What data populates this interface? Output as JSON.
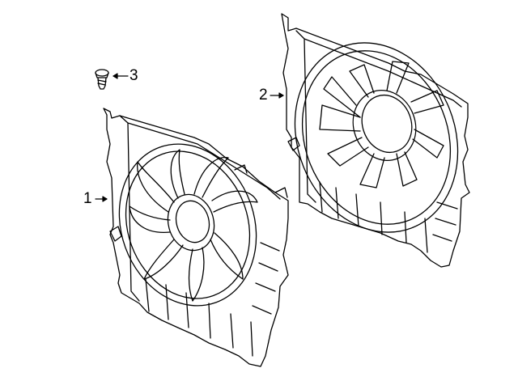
{
  "callouts": [
    {
      "label": "1",
      "part": "fan-shroud-assembly-front"
    },
    {
      "label": "2",
      "part": "fan-shroud-assembly-rear"
    },
    {
      "label": "3",
      "part": "mounting-screw"
    }
  ],
  "colors": {
    "line": "#000000",
    "background": "#ffffff"
  }
}
